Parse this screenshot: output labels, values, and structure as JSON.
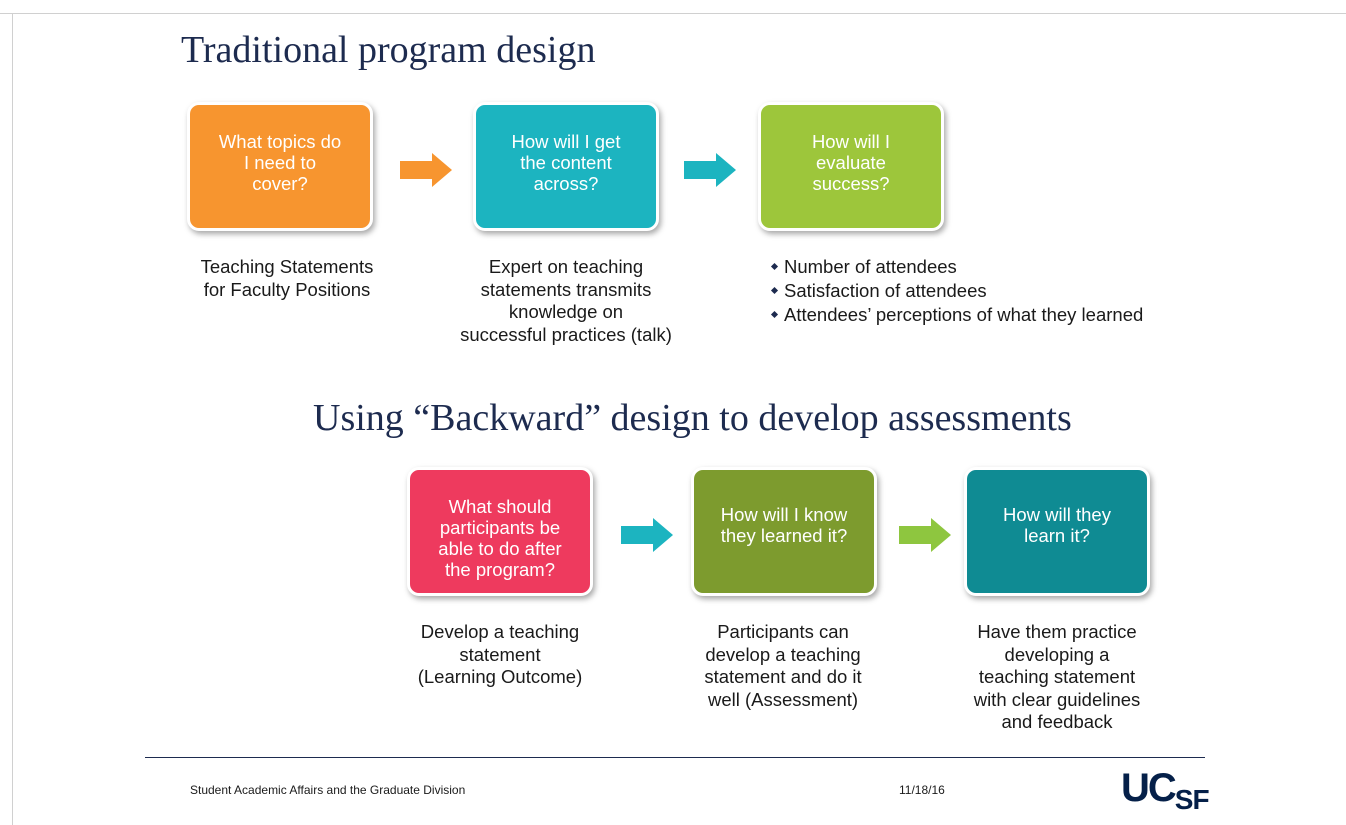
{
  "slide": {
    "title_traditional": "Traditional program design",
    "title_backward": "Using “Backward” design to develop assessments"
  },
  "traditional": {
    "boxes": [
      {
        "lines": [
          "What topics do",
          "I need to",
          "cover?"
        ],
        "color": "#f7952f"
      },
      {
        "lines": [
          "How will I get",
          "the content",
          "across?"
        ],
        "color": "#1cb4c0"
      },
      {
        "lines": [
          "How will I",
          "evaluate",
          "success?"
        ],
        "color": "#9dc63b"
      }
    ],
    "arrows": [
      {
        "color": "#f7952f"
      },
      {
        "color": "#1cb4c0"
      }
    ],
    "caption_1": [
      "Teaching Statements",
      "for Faculty Positions"
    ],
    "caption_2": [
      "Expert on teaching",
      "statements transmits",
      "knowledge on",
      "successful practices (talk)"
    ],
    "bullets": [
      "Number of attendees",
      "Satisfaction of attendees",
      "Attendees’ perceptions of what they learned"
    ]
  },
  "backward": {
    "boxes": [
      {
        "lines": [
          "What should",
          "participants be",
          "able to do after",
          "the program?"
        ],
        "color": "#ee3a5e"
      },
      {
        "lines": [
          "How will I know",
          "they learned it?"
        ],
        "color": "#7d9b2e"
      },
      {
        "lines": [
          "How will they",
          "learn it?"
        ],
        "color": "#0f8b93"
      }
    ],
    "arrows": [
      {
        "color": "#1cb4c0"
      },
      {
        "color": "#8ec63f"
      }
    ],
    "caption_1": [
      "Develop a teaching",
      "statement",
      "(Learning Outcome)"
    ],
    "caption_2": [
      "Participants can",
      "develop a teaching",
      "statement and do it",
      "well (Assessment)"
    ],
    "caption_3": [
      "Have them practice",
      "developing a",
      "teaching statement",
      "with clear guidelines",
      "and feedback"
    ]
  },
  "footer": {
    "organization": "Student Academic Affairs and the Graduate Division",
    "date": "11/18/16",
    "logo_main": "UC",
    "logo_sub": "SF"
  }
}
